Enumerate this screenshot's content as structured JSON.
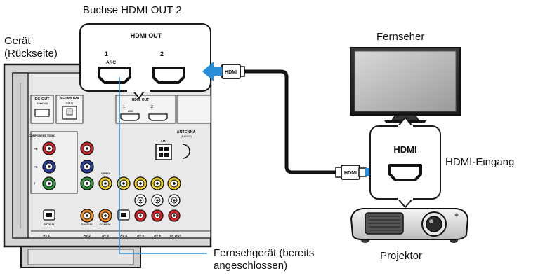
{
  "labels": {
    "callout_top": "Buchse HDMI OUT 2",
    "device_line1": "Gerät",
    "device_line2": "(Rückseite)",
    "tv": "Fernseher",
    "hdmi_input": "HDMI-Eingang",
    "projector": "Projektor",
    "tv_device_line1": "Fernsehgerät (bereits",
    "tv_device_line2": "angeschlossen)"
  },
  "panel": {
    "hdmi_out_title": "HDMI OUT",
    "port_1": "1",
    "port_2": "2",
    "arc": "ARC",
    "dc_out": "DC OUT",
    "dc_out_rating": "5V⎓0.5A",
    "network": "NETWORK",
    "network_sub": "(NET)",
    "antenna": "ANTENNA",
    "antenna_sub": "(RADIO)",
    "am": "AM",
    "component_video": "COMPONENT VIDEO",
    "pb": "PB",
    "pr": "PR",
    "y": "Y",
    "video": "VIDEO",
    "optical": "OPTICAL",
    "coaxial": "COAXIAL",
    "av_labels": [
      "AV 1",
      "AV 2",
      "AV 3",
      "AV 4",
      "AV 5",
      "AV 6",
      "AV OUT"
    ]
  },
  "input_box": {
    "title": "HDMI"
  },
  "cable": {
    "plug_label": "HDMI"
  },
  "colors": {
    "outline": "#1a1a1a",
    "arrow_blue": "#2a8fd8",
    "leader_blue": "#2a8fd8",
    "panel_fill": "#e6e6e6",
    "panel_dark": "#c8c8c8",
    "jack_red": "#d8232a",
    "jack_yellow": "#f0d020",
    "jack_green": "#2f9a3c",
    "jack_blue": "#2a3f9f"
  }
}
